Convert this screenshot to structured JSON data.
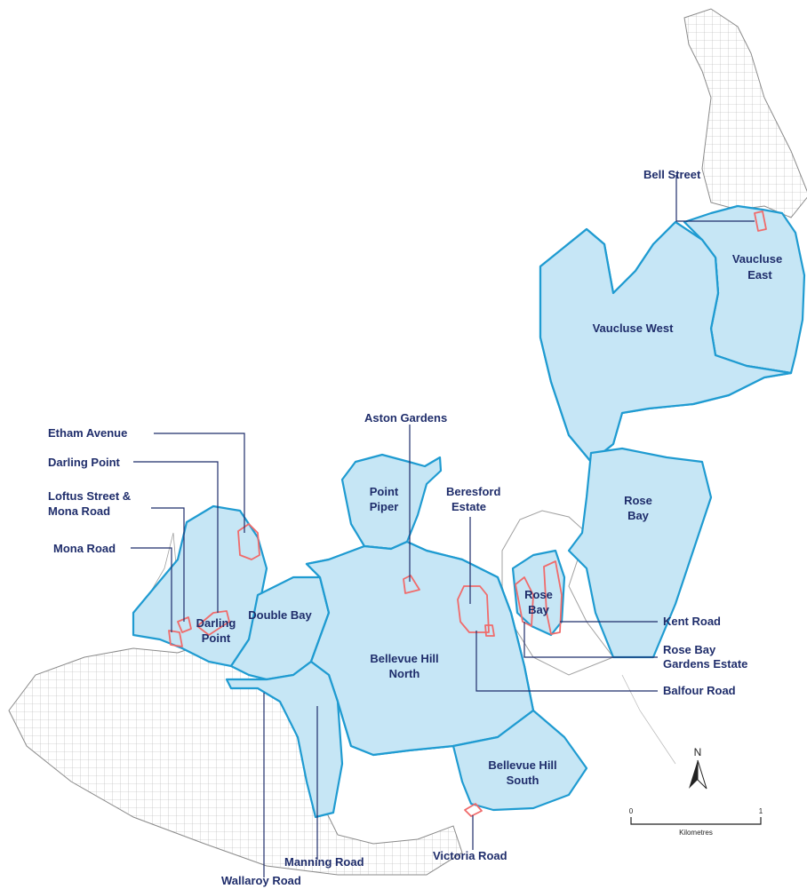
{
  "precinct_labels": {
    "vaucluse_east": [
      "Vaucluse",
      "East"
    ],
    "vaucluse_west": "Vaucluse West",
    "rose_bay": [
      "Rose",
      "Bay"
    ],
    "rose_bay_inner": [
      "Rose",
      "Bay"
    ],
    "point_piper": [
      "Point",
      "Piper"
    ],
    "darling_point": [
      "Darling",
      "Point"
    ],
    "double_bay": "Double Bay",
    "bellevue_hill_north": [
      "Bellevue Hill",
      "North"
    ],
    "bellevue_hill_south": [
      "Bellevue Hill",
      "South"
    ]
  },
  "callouts": {
    "bell_street": "Bell Street",
    "etham_avenue": "Etham Avenue",
    "darling_point": "Darling Point",
    "loftus_mona": [
      "Loftus Street &",
      "Mona Road"
    ],
    "mona_road": "Mona Road",
    "aston_gardens": "Aston Gardens",
    "beresford_estate": [
      "Beresford",
      "Estate"
    ],
    "kent_road": "Kent Road",
    "rose_bay_gardens": [
      "Rose Bay",
      "Gardens Estate"
    ],
    "balfour_road": "Balfour Road",
    "manning_road": "Manning Road",
    "wallaroy_road": "Wallaroy Road",
    "victoria_road": "Victoria Road"
  },
  "north_arrow": "N",
  "scale_bar": {
    "start": "0",
    "end": "1",
    "unit": "Kilometres"
  },
  "colors": {
    "precinct_fill": "#c6e6f5",
    "precinct_outline": "#1f9bd1",
    "heritage_outline": "#f06b6b",
    "label_text": "#1f2d6b",
    "streets": "#b8b8b8"
  }
}
